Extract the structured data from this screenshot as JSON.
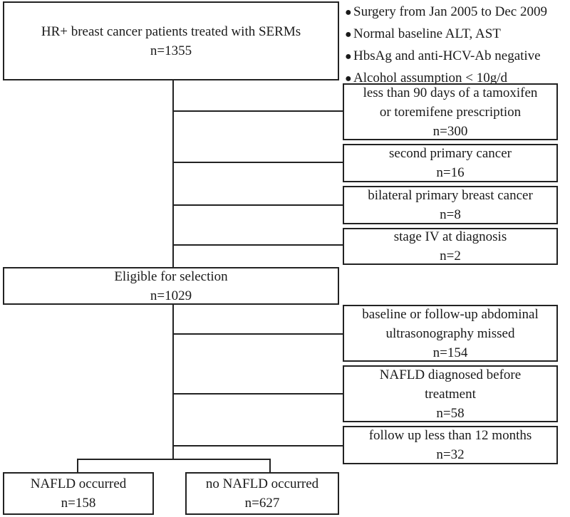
{
  "start": {
    "title": "HR+ breast cancer patients treated with SERMs",
    "count": "n=1355"
  },
  "inclusion_criteria": [
    "Surgery from Jan 2005 to Dec 2009",
    "Normal baseline ALT, AST",
    "HbsAg and anti-HCV-Ab negative",
    "Alcohol assumption < 10g/d"
  ],
  "exclusions_stage1": [
    {
      "lines": [
        "less than 90 days of a tamoxifen",
        "or toremifene prescription"
      ],
      "count": "n=300"
    },
    {
      "lines": [
        "second primary cancer"
      ],
      "count": "n=16"
    },
    {
      "lines": [
        "bilateral primary breast cancer"
      ],
      "count": "n=8"
    },
    {
      "lines": [
        "stage IV at diagnosis"
      ],
      "count": "n=2"
    }
  ],
  "eligible": {
    "title": "Eligible for selection",
    "count": "n=1029"
  },
  "exclusions_stage2": [
    {
      "lines": [
        "baseline or follow-up abdominal",
        "ultrasonography missed"
      ],
      "count": "n=154"
    },
    {
      "lines": [
        "NAFLD diagnosed before",
        "treatment"
      ],
      "count": "n=58"
    },
    {
      "lines": [
        "follow up less than 12 months"
      ],
      "count": "n=32"
    }
  ],
  "outcomes": [
    {
      "title": "NAFLD occurred",
      "count": "n=158"
    },
    {
      "title": "no NAFLD occurred",
      "count": "n=627"
    }
  ]
}
